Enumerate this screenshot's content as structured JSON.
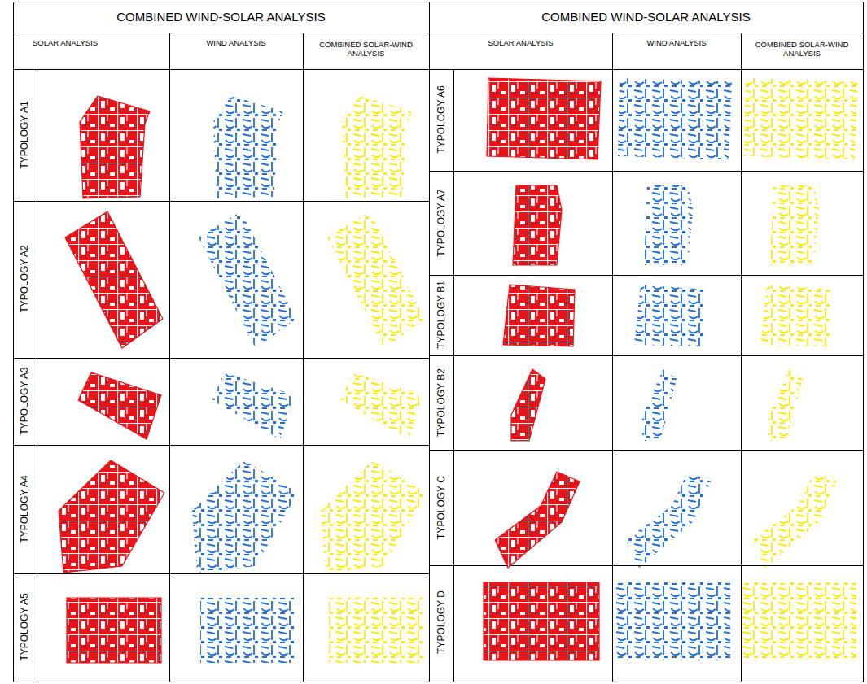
{
  "diagram": {
    "labels": [
      "COMBINED WIND-SOLAR ANALYSIS",
      "SOLAR ANALYSIS",
      "WIND ANALYSIS",
      "COMBINED SOLAR-WIND ANALYSIS",
      "TYPOLOGY A1",
      "TYPOLOGY A2",
      "TYPOLOGY A3",
      "TYPOLOGY A4",
      "TYPOLOGY A5",
      "COMBINED WIND-SOLAR ANALYSIS",
      "SOLAR ANALYSIS",
      "WIND ANALYSIS",
      "COMBINED SOLAR-WIND ANALYSIS",
      "TYPOLOGY A6",
      "TYPOLOGY A7",
      "TYPOLOGY B1",
      "TYPOLOGY B2",
      "TYPOLOGY C",
      "TYPOLOGY D"
    ]
  }
}
